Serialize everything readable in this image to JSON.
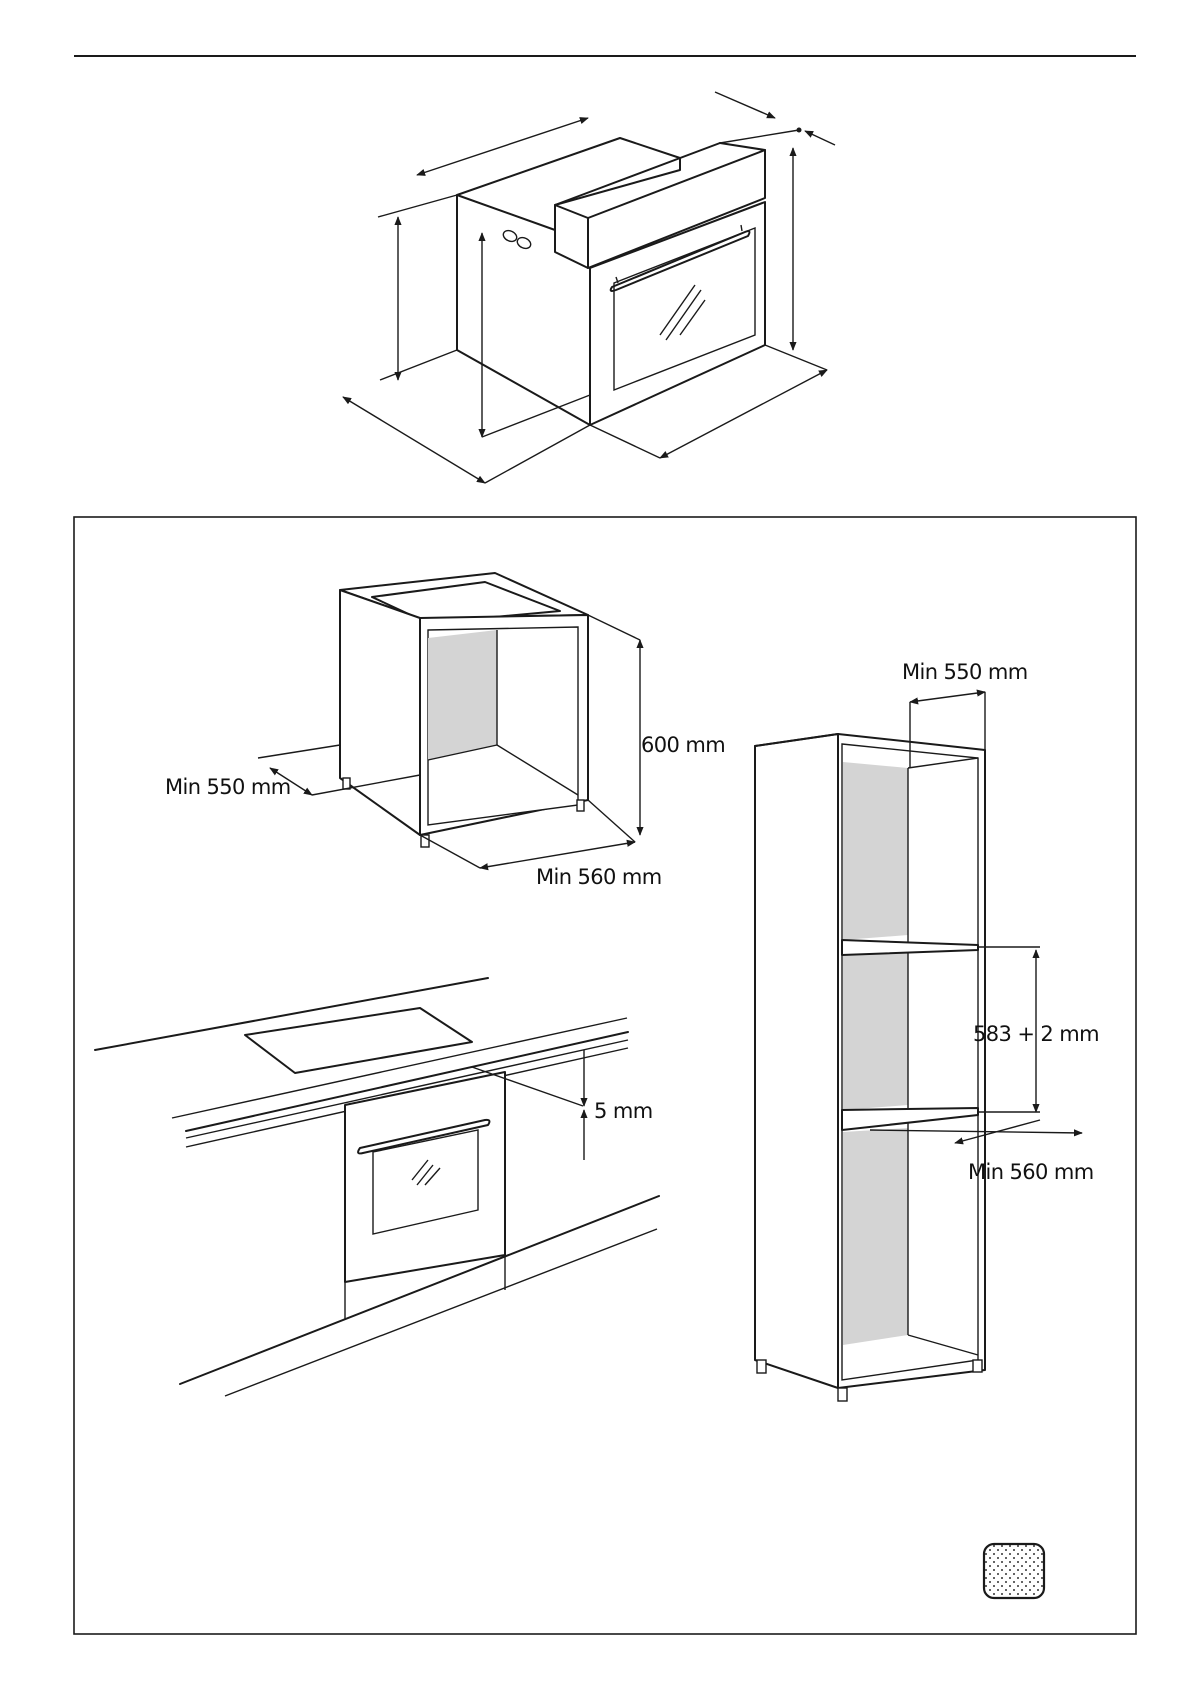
{
  "labels": {
    "hob_cabinet_depth": "Min 550 mm",
    "hob_cabinet_height": "600 mm",
    "hob_cabinet_width": "Min 560 mm",
    "tall_cabinet_depth": "Min 550 mm",
    "tall_cabinet_opening": "583 + 2 mm",
    "tall_cabinet_width": "Min 560 mm",
    "worktop_gap": "5 mm"
  },
  "colors": {
    "line": "#1a1a1a",
    "panel_shade": "#d4d4d4",
    "background": "#ffffff"
  },
  "icons": {
    "marker": "dotted-square-icon"
  }
}
